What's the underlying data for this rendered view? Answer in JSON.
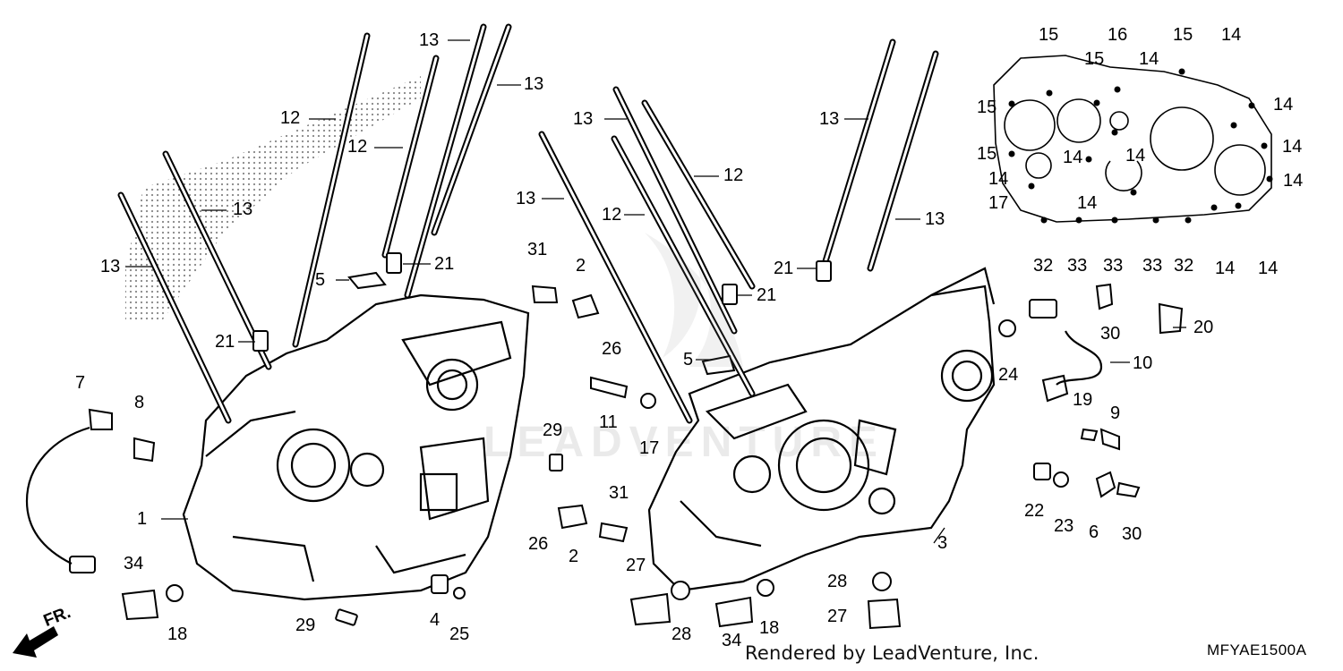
{
  "footer": {
    "credit": "Rendered by LeadVenture, Inc.",
    "diagram_code": "MFYAE1500A"
  },
  "front_arrow": {
    "label": "FR."
  },
  "watermark": {
    "text": "LEADVENTURE"
  },
  "callouts": {
    "left_studs": [
      "12",
      "12",
      "13",
      "13",
      "13",
      "13"
    ],
    "left_collars": [
      "21",
      "21"
    ],
    "left_misc": [
      "5",
      "7",
      "8",
      "1",
      "34",
      "18",
      "29",
      "4",
      "25"
    ],
    "center_parts": [
      "31",
      "2",
      "26",
      "11",
      "17",
      "29",
      "31",
      "26",
      "2"
    ],
    "center_studs": [
      "13",
      "12",
      "13",
      "12",
      "13",
      "13"
    ],
    "center_collars": [
      "21",
      "21",
      "5"
    ],
    "center_bottom": [
      "27",
      "28",
      "34",
      "18",
      "28",
      "27",
      "3"
    ],
    "right_parts": [
      "30",
      "20",
      "24",
      "10",
      "19",
      "9",
      "22",
      "23",
      "6",
      "30"
    ],
    "gasket_top": [
      "15",
      "16",
      "15",
      "15",
      "14",
      "14",
      "14"
    ],
    "gasket_left": [
      "15",
      "15",
      "14",
      "17"
    ],
    "gasket_right": [
      "14",
      "14",
      "14"
    ],
    "gasket_mid": [
      "14",
      "14"
    ],
    "gasket_bottom": [
      "32",
      "33",
      "33",
      "33",
      "32",
      "14",
      "14"
    ]
  }
}
